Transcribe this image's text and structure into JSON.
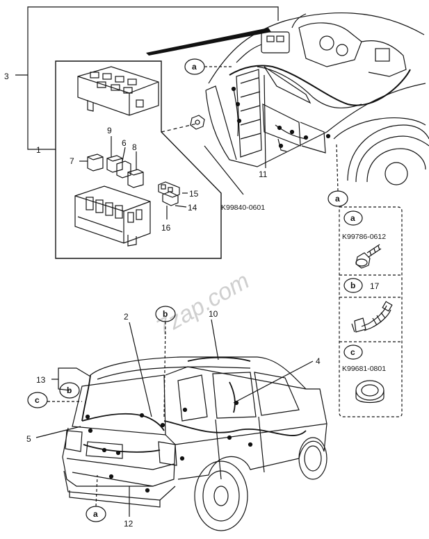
{
  "callouts": {
    "n1": "1",
    "n2": "2",
    "n3": "3",
    "n4": "4",
    "n5": "5",
    "n6": "6",
    "n7": "7",
    "n8": "8",
    "n9": "9",
    "n10": "10",
    "n11": "11",
    "n12": "12",
    "n13": "13",
    "n14": "14",
    "n15": "15",
    "n16": "16"
  },
  "part_numbers": {
    "harness_main": "K99840-0601"
  },
  "markers": {
    "a": "a",
    "b": "b",
    "c": "c"
  },
  "legend": {
    "a": {
      "letter": "a",
      "part": "K99786-0612",
      "icon": "bolt-icon"
    },
    "b": {
      "letter": "b",
      "number": "17",
      "icon": "harness-connector-icon"
    },
    "c": {
      "letter": "c",
      "part": "K99681-0801",
      "icon": "grommet-icon"
    }
  },
  "watermark": "7zap.com"
}
